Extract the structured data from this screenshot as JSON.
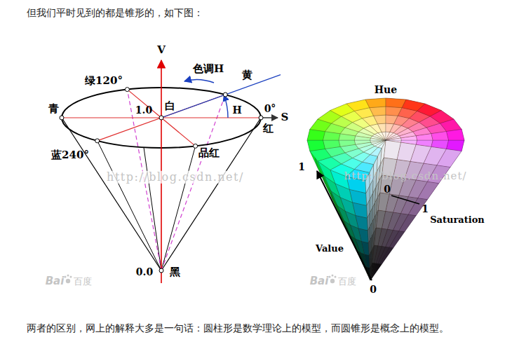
{
  "diagram": {
    "labels": [
      "但我们平时见到的都是锥形的，如下图：",
      "V",
      "色调H",
      "绿120°",
      "黄",
      "青",
      "1.0",
      "白",
      "H",
      "0°",
      "S",
      "红",
      "蓝240°",
      "品红",
      "http://blog.csdn.net/",
      "0.0",
      "黑",
      "Bai",
      "百度",
      "Hue",
      "1",
      "0",
      "http://blog.csdn.net/",
      "1",
      "Saturation",
      "Value",
      "Bai",
      "百度",
      "0",
      "两者的区别，网上的解释大多是一句话：圆柱形是数学理论上的模型，而圆锥形是概念上的模型。"
    ]
  }
}
